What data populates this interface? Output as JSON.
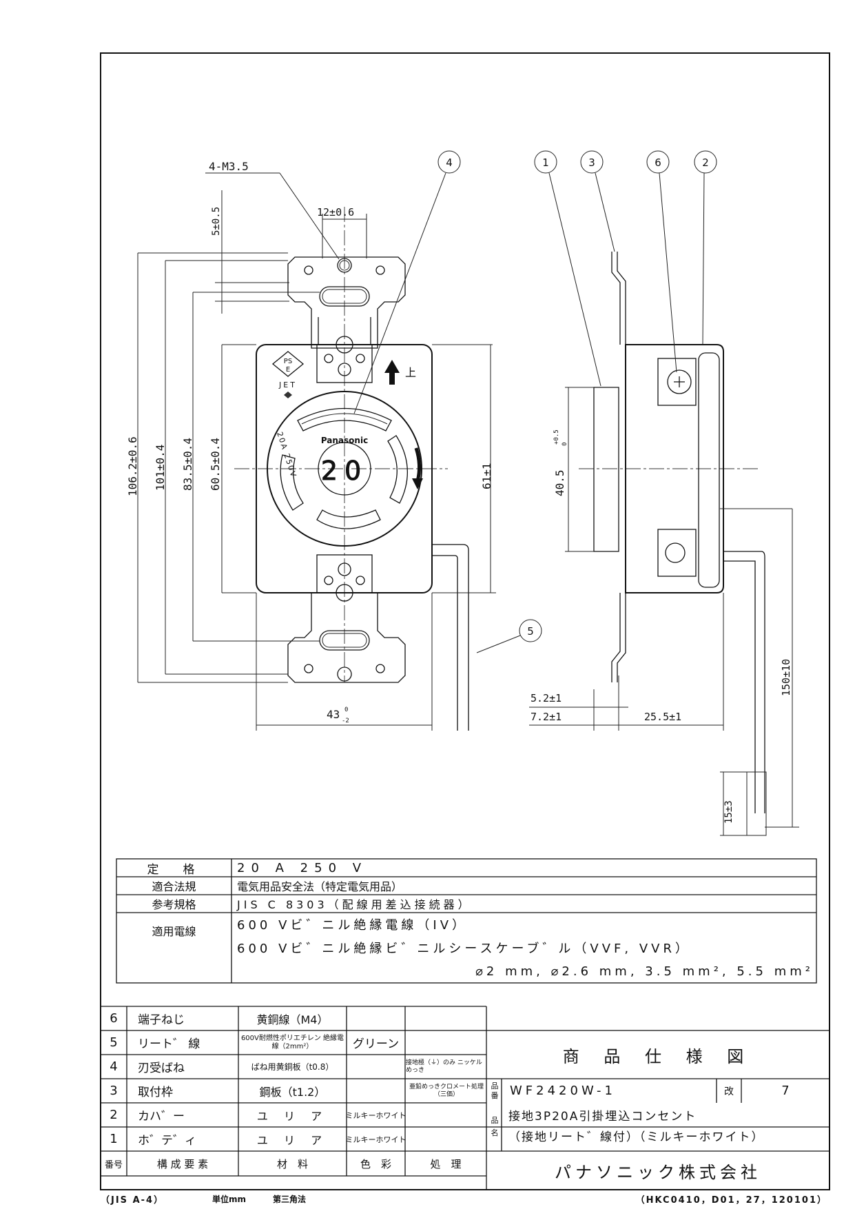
{
  "drawing": {
    "callouts": [
      "1",
      "2",
      "3",
      "4",
      "5",
      "6"
    ],
    "front_view": {
      "screw_label": "4-M3.5",
      "dims": {
        "pitch_top": "5±0.5",
        "hole_spacing": "12±0.6",
        "overall_height": "106.2±0.6",
        "mount_height": "101±0.4",
        "slot_height": "83.5±0.4",
        "body_height": "60.5±0.4",
        "body_height_right": "61±1",
        "width": "43",
        "width_tol_upper": "0",
        "width_tol_lower": "-2"
      },
      "marks": {
        "pse_top": "PS",
        "pse_bottom": "E",
        "jet": "JET",
        "brand": "Panasonic",
        "rating_face": "20",
        "rating_arc": "20A 250V",
        "up_label": "上"
      }
    },
    "side_view": {
      "dims": {
        "face_height": "40.5",
        "face_tol_upper": "+0.5",
        "face_tol_lower": "0",
        "plate_offset": "5.2±1",
        "face_depth": "7.2±1",
        "body_depth": "25.5±1",
        "lead_length": "150±10",
        "strip_length": "15±3"
      }
    }
  },
  "spec_table": {
    "rows": [
      {
        "label": "定　格",
        "values": [
          "20 A 250 V"
        ]
      },
      {
        "label": "適合法規",
        "values": [
          "電気用品安全法（特定電気用品）"
        ]
      },
      {
        "label": "参考規格",
        "values": [
          "JIS C 8303（配線用差込接続器）"
        ]
      },
      {
        "label": "適用電線",
        "values": [
          "600 Vビ゛ニル絶縁電線（IV）",
          "600 Vビ゛ニル絶縁ビ゛ニルシースケーブ゛ル（VVF, VVR）",
          "⌀2 mm, ⌀2.6 mm, 3.5 mm², 5.5 mm²"
        ]
      }
    ]
  },
  "parts_table": {
    "headers": [
      "番号",
      "構 成 要 素",
      "材　料",
      "色　彩",
      "処　理"
    ],
    "rows": [
      {
        "no": "6",
        "part": "端子ねじ",
        "material": "黄銅線（M4）",
        "color": "",
        "finish": ""
      },
      {
        "no": "5",
        "part": "リート゛ 線",
        "material": "600V耐燃性ポリエチレン 絶縁電線（2mm²）",
        "color": "グリーン",
        "finish": ""
      },
      {
        "no": "4",
        "part": "刃受ばね",
        "material": "ばね用黄銅板（t0.8）",
        "color": "",
        "finish": "接地極（⏚）のみ ニッケルめっき"
      },
      {
        "no": "3",
        "part": "取付枠",
        "material": "鋼板（t1.2）",
        "color": "",
        "finish": "亜鉛めっきクロメート処理（三価）"
      },
      {
        "no": "2",
        "part": "カハ゛ー",
        "material": "ユ リ ア",
        "color": "ミルキーホワイト",
        "finish": ""
      },
      {
        "no": "1",
        "part": "ホ゛テ゛ィ",
        "material": "ユ リ ア",
        "color": "ミルキーホワイト",
        "finish": ""
      }
    ]
  },
  "title_block": {
    "title": "商 品 仕 様 図",
    "part_no_label": "品番",
    "part_no": "WF2420W-1",
    "rev_label": "改",
    "rev": "7",
    "name_label": "品名",
    "name_line1": "接地3P20A引掛埋込コンセント",
    "name_line2": "（接地リート゛線付）（ミルキーホワイト）",
    "company": "パナソニック株式会社"
  },
  "footer": {
    "paper": "（JIS A-4）",
    "unit": "単位mm",
    "projection": "第三角法",
    "doc_code": "（HKC0410，D01，27，120101）"
  }
}
